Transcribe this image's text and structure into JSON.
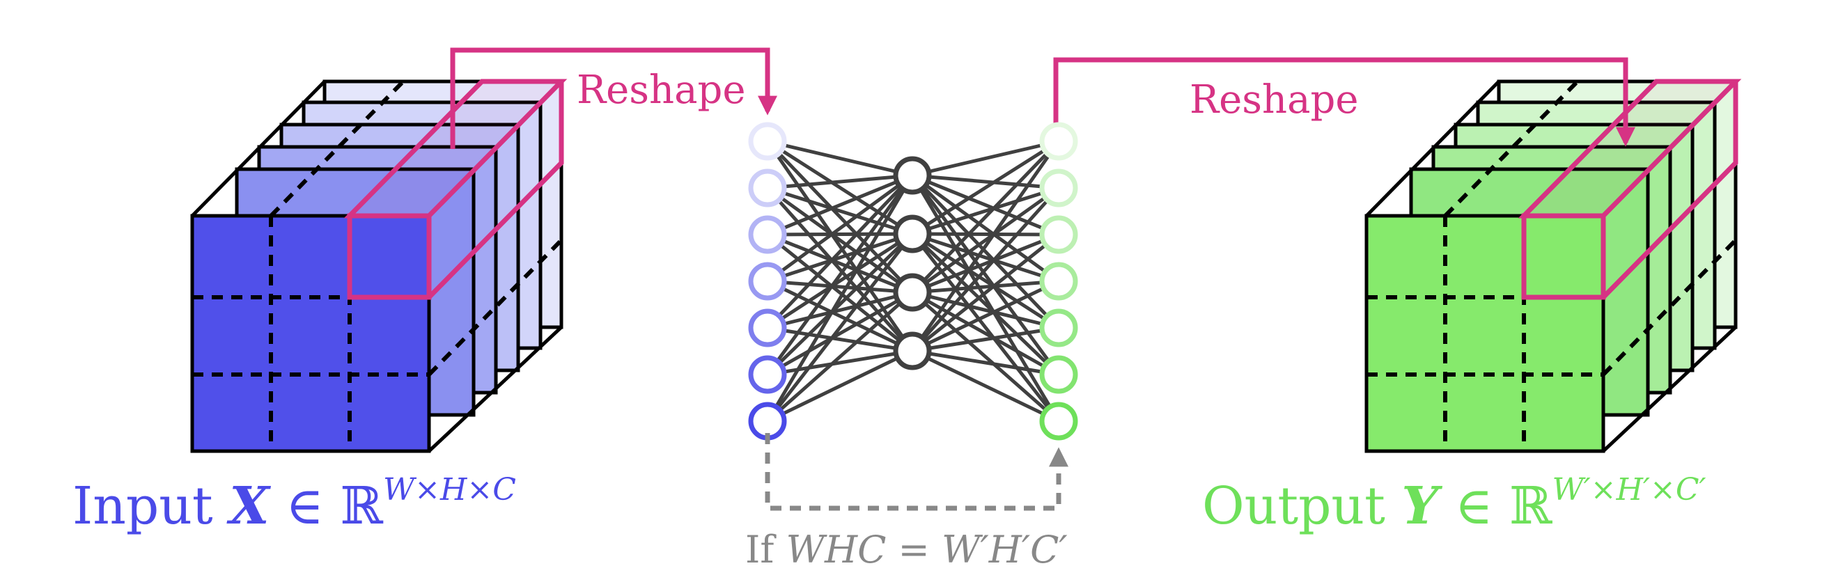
{
  "input_label": {
    "prefix": "Input ",
    "symbol": "X",
    "relation": " ∈ ℝ",
    "superscript": "W×H×C"
  },
  "output_label": {
    "prefix": "Output ",
    "symbol": "Y",
    "relation": " ∈ ℝ",
    "superscript": "W′×H′×C′"
  },
  "reshape_left": "Reshape",
  "reshape_right": "Reshape",
  "condition": {
    "prefix": "If ",
    "formula": "WHC = W′H′C′"
  },
  "network": {
    "input_nodes": 7,
    "hidden_nodes": 4,
    "output_nodes": 7
  },
  "colors": {
    "input": "#4a4ae8",
    "output": "#6ee05a",
    "reshape": "#d63384",
    "network": "#404040",
    "skip": "#888888"
  }
}
